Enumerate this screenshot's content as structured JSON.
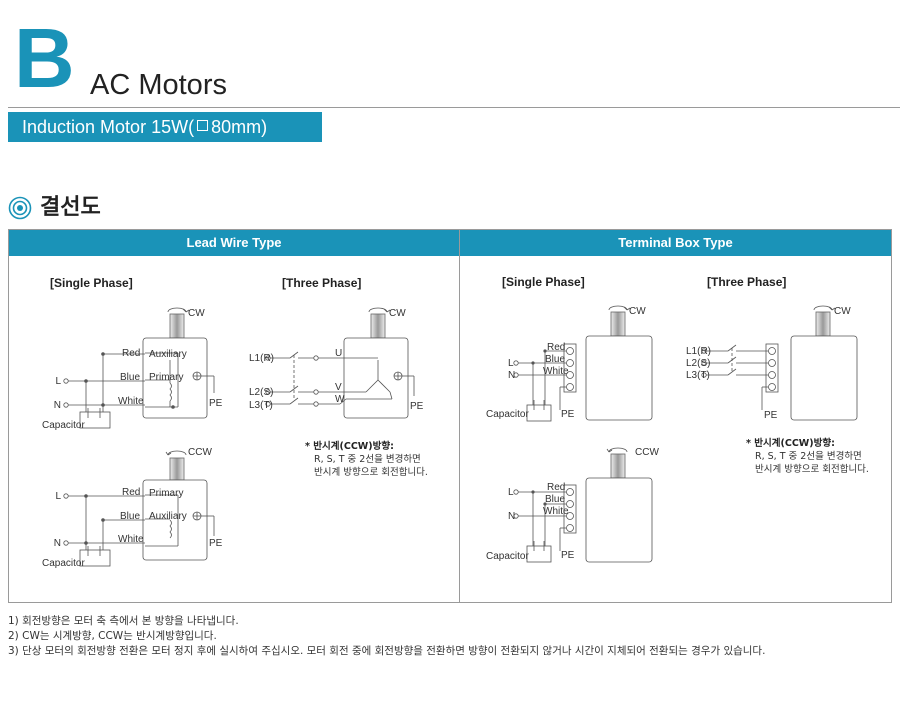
{
  "header": {
    "letter": "B",
    "title": "AC Motors",
    "subtitle_prefix": "Induction Motor 15W(",
    "subtitle_suffix": "80mm)"
  },
  "section": {
    "title": "결선도"
  },
  "panels": {
    "left_title": "Lead Wire Type",
    "right_title": "Terminal Box Type"
  },
  "labels": {
    "single_phase": "[Single Phase]",
    "three_phase": "[Three Phase]",
    "cw": "CW",
    "ccw": "CCW",
    "red": "Red",
    "blue": "Blue",
    "white": "White",
    "auxiliary": "Auxiliary",
    "primary": "Primary",
    "capacitor": "Capacitor",
    "pe": "PE",
    "l": "L",
    "n": "N",
    "l1r": "L1(R)",
    "l2s": "L2(S)",
    "l3t": "L3(T)",
    "u": "U",
    "v": "V",
    "w": "W"
  },
  "ccw_note": {
    "heading": "반시계(CCW)방향:",
    "line1": "R, S, T 중 2선을 변경하면",
    "line2": "반시계 방향으로 회전합니다."
  },
  "footnotes": [
    "1) 회전방향은 모터 축 측에서 본 방향을 나타냅니다.",
    "2) CW는 시계방향, CCW는 반시계방향입니다.",
    "3) 단상 모터의 회전방향 전환은 모터 정지 후에 실시하여 주십시오. 모터 회전 중에 회전방향을 전환하면 방향이 전환되지 않거나 시간이 지체되어 전환되는 경우가 있습니다."
  ],
  "colors": {
    "accent": "#1a93b8",
    "line": "#555555"
  }
}
